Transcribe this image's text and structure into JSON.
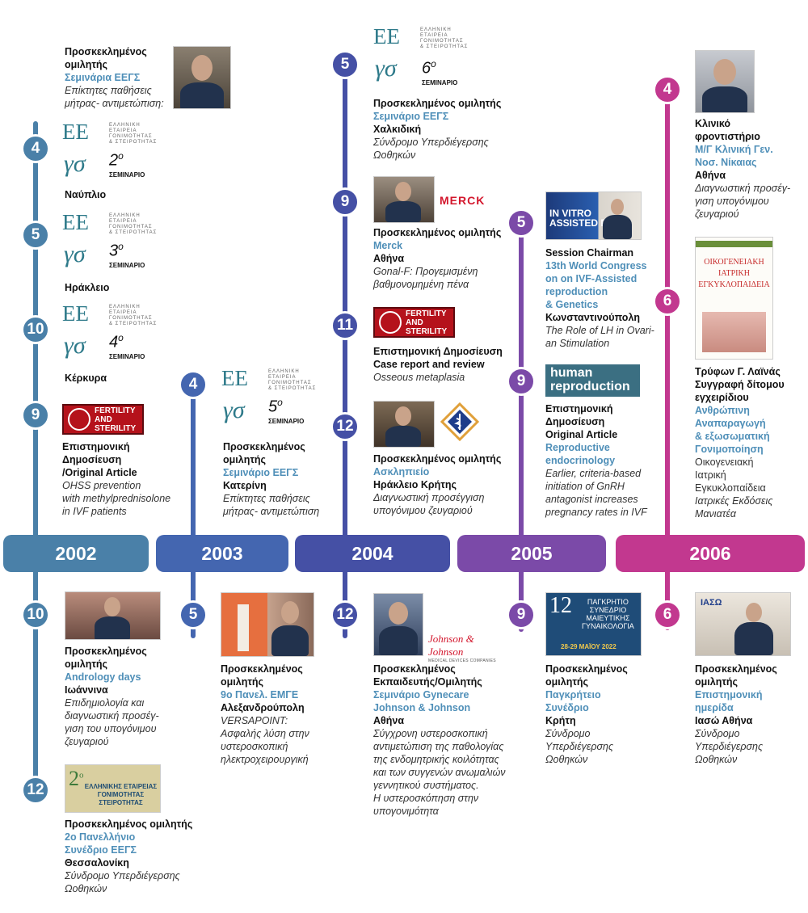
{
  "colors": {
    "y2002": "#4a80a8",
    "y2003": "#4466b0",
    "y2004": "#4550a5",
    "y2005": "#7b4aa8",
    "y2006": "#c2388f",
    "accent_text": "#4f8fb8"
  },
  "years": [
    "2002",
    "2003",
    "2004",
    "2005",
    "2006"
  ],
  "logos": {
    "eegs_letters": "ΕΕ",
    "eegs_greek": "γσ",
    "eegs_org": "ΕΛΛΗΝΙΚΗ\nΕΤΑΙΡΕΙΑ\nΓΟΝΙΜΟΤΗΤΑΣ\n& ΣΤΕΙΡΟΤΗΤΑΣ",
    "seminar_word": "ΣΕΜΙΝΑΡΙΟ",
    "merck": "MERCK",
    "fertility_sterility": "FERTILITY AND\nSTERILITY",
    "human_reproduction": "human\nreproduction",
    "jnj": "Johnson & Johnson",
    "jnj_sub": "MEDICAL DEVICES COMPANIES",
    "iaso": "ΙΑΣΩ",
    "in_vitro": "IN VITRO\nASSISTED REPR",
    "book_title": "ΟΙΚΟΓΕΝΕΙΑΚΗ\nΙΑΤΡΙΚΗ\nΕΓΚΥΚΛΟΠΑΙΔΕΙΑ",
    "congress12_num": "12",
    "congress12_text": "ΠΑΓΚΡΗΤΙΟ\nΣΥΝΕΔΡΙΟ\nΜΑΙΕΥΤΙΚΗΣ\nΓΥΝΑΙΚΟΛΟΓΙΑ",
    "congress12_date": "28-29 ΜΑΪΟΥ 2022",
    "congress2_text": "ΕΛΛΗΝΙΚΗΣ ΕΤΑΙΡΕΙΑΣ\nΓΟΝΙΜΟΤΗΤΑΣ ΣΤΕΙΡΟΤΗΤΑΣ"
  },
  "y2002": {
    "top": [
      {
        "role": "Προσκεκλημένος\nομιλητής",
        "event": "Σεμινάρια ΕΕΓΣ",
        "topic": "Επίκτητες παθήσεις\nμήτρας- αντιμετώπιση:"
      },
      {
        "month": "4",
        "ordinal": "2",
        "place": "Ναύπλιο"
      },
      {
        "month": "5",
        "ordinal": "3",
        "place": "Ηράκλειο"
      },
      {
        "month": "10",
        "ordinal": "4",
        "place": "Κέρκυρα"
      },
      {
        "month": "9",
        "role": "Επιστημονική\nΔημοσίευση\n/Original Article",
        "topic": "OHSS prevention\nwith methylprednisolone\nin IVF patients"
      }
    ],
    "bottom": [
      {
        "month": "10",
        "role": "Προσκεκλημένος\nομιλητής",
        "event": "Andrology days",
        "place": "Ιωάννινα",
        "topic": "Επιδημιολογία και\nδιαγνωστική προσέγ-\nγιση του υπογόνιμου\nζευγαριού"
      },
      {
        "month": "12",
        "role": "Προσκεκλημένος ομιλητής",
        "event": "2ο Πανελλήνιο\nΣυνέδριο ΕΕΓΣ",
        "place": "Θεσσαλονίκη",
        "topic": "Σύνδρομο Υπερδιέγερσης\nΩοθηκών"
      }
    ]
  },
  "y2003": {
    "top": [
      {
        "month": "4",
        "ordinal": "5",
        "role": "Προσκεκλημένος\nομιλητής",
        "event": "Σεμινάριο ΕΕΓΣ",
        "place": "Κατερίνη",
        "topic": "Επίκτητες παθήσεις\nμήτρας- αντιμετώπιση"
      }
    ],
    "bottom": [
      {
        "month": "5",
        "role": "Προσκεκλημένος\nομιλητής",
        "event": "9ο Πανελ. ΕΜΓΕ",
        "place": "Αλεξανδρούπολη",
        "topic": "VERSAPOINT:\nΑσφαλής λύση στην\nυστεροσκοπική\nηλεκτροχειρουργική"
      }
    ]
  },
  "y2004": {
    "top": [
      {
        "month": "5",
        "ordinal": "6",
        "role": "Προσκεκλημένος ομιλητής",
        "event": "Σεμινάριο ΕΕΓΣ",
        "place": "Χαλκιδική",
        "topic": "Σύνδρομο Υπερδιέγερσης\nΩοθηκών"
      },
      {
        "month": "9",
        "role": "Προσκεκλημένος ομιλητής",
        "event": "Merck",
        "place": "Αθήνα",
        "topic": "Gonal-F: Προγεμισμένη\nβαθμονομημένη πένα"
      },
      {
        "month": "11",
        "role": "Επιστημονική Δημοσίευση\nCase report and review",
        "topic": "Osseous metaplasia"
      },
      {
        "month": "12",
        "role": "Προσκεκλημένος ομιλητής",
        "event": "Ασκληπιείο",
        "place": "Ηράκλειο Κρήτης",
        "topic": "Διαγνωστική προσέγγιση\nυπογόνιμου ζευγαριού"
      }
    ],
    "bottom": [
      {
        "month": "12",
        "role": "Προσκεκλημένος\nΕκπαιδευτής/Ομιλητής",
        "event": "Σεμινάριο Gynecare\nJohnson & Johnson",
        "place": "Αθήνα",
        "topic": "Σύγχρονη υστεροσκοπική\nαντιμετώπιση της παθολογίας\nτης ενδομητρικής κοιλότητας\nκαι των συγγενών ανωμαλιών\nγεννητικού συστήματος.\nΗ υστεροσκόπηση στην\nυπογονιμότητα"
      }
    ]
  },
  "y2005": {
    "top": [
      {
        "month": "5",
        "role": "Session Chairman",
        "event": "13th World Congress\non on IVF-Assisted\nreproduction\n& Genetics",
        "place": "Κωνσταντινούπολη",
        "topic": "The Role of LH in Ovari-\nan Stimulation"
      },
      {
        "month": "9",
        "role": "Επιστημονική\nΔημοσίευση\nOriginal Article",
        "event": "Reproductive\nendocrinology",
        "topic": "Earlier, criteria-based\ninitiation of GnRH\nantagonist increases\npregnancy rates in IVF"
      }
    ],
    "bottom": [
      {
        "month": "9",
        "role": "Προσκεκλημένος\nομιλητής",
        "event": "Παγκρήτειο\nΣυνέδριο",
        "place": "Κρήτη",
        "topic": "Σύνδρομο\nΥπερδιέγερσης\nΩοθηκών"
      }
    ]
  },
  "y2006": {
    "top": [
      {
        "month": "4",
        "role": "Κλινικό\nφροντιστήριο",
        "event": "Μ/Γ Κλινική Γεν.\nΝοσ. Νίκαιας",
        "place": "Αθήνα",
        "topic": "Διαγνωστική προσέγ-\nγιση υπογόνιμου\nζευγαριού"
      },
      {
        "month": "6",
        "role": "Τρύφων Γ. Λαϊνάς\nΣυγγραφή δίτομου\nεγχειρίδιου",
        "event": "Ανθρώπινη\nΑναπαραγωγή\n& εξωσωματική\nΓονιμοποίηση",
        "plain": "Οικογενειακή\nΙατρική\nΕγκυκλοπαίδεια",
        "topic": "Ιατρικές Εκδόσεις\nΜανιατέα"
      }
    ],
    "bottom": [
      {
        "month": "6",
        "role": "Προσκεκλημένος\nομιλητής",
        "event": "Επιστημονική\nημερίδα",
        "place": "Ιασώ Αθήνα",
        "topic": "Σύνδρομο\nΥπερδιέγερσης\nΩοθηκών"
      }
    ]
  }
}
